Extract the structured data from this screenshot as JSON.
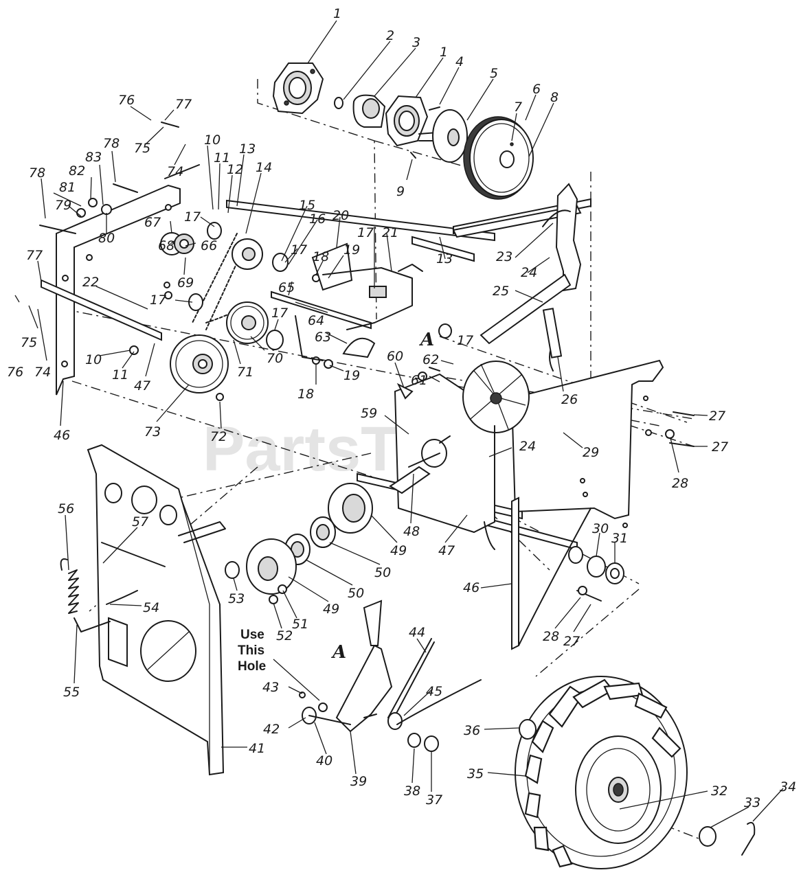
{
  "watermark": "PartsTree",
  "note": {
    "line1": "Use",
    "line2": "This",
    "line3": "Hole"
  },
  "ref_marks": [
    "A",
    "A"
  ],
  "callouts": {
    "c1a": "1",
    "c2": "2",
    "c3": "3",
    "c1b": "1",
    "c4": "4",
    "c5": "5",
    "c6": "6",
    "c7": "7",
    "c8": "8",
    "c9": "9",
    "c76a": "76",
    "c77a": "77",
    "c75a": "75",
    "c74a": "74",
    "c10a": "10",
    "c11a": "11",
    "c12": "12",
    "c13a": "13",
    "c14": "14",
    "c78a": "78",
    "c83": "83",
    "c82": "82",
    "c78b": "78",
    "c81": "81",
    "c79": "79",
    "c80": "80",
    "c15": "15",
    "c16": "16",
    "c20": "20",
    "c17a": "17",
    "c17b": "17",
    "c17c": "17",
    "c17d": "17",
    "c17e": "17",
    "c17f": "17",
    "c21": "21",
    "c13b": "13",
    "c23": "23",
    "c24a": "24",
    "c25": "25",
    "c67": "67",
    "c68": "68",
    "c66": "66",
    "c69": "69",
    "c18a": "18",
    "c19a": "19",
    "c65": "65",
    "c77b": "77",
    "c22": "22",
    "c64": "64",
    "c63": "63",
    "c76b": "76",
    "c75b": "75",
    "c74b": "74",
    "c10b": "10",
    "c11b": "11",
    "c47a": "47",
    "c70": "70",
    "c71": "71",
    "c18b": "18",
    "c19b": "19",
    "c62": "62",
    "c61": "61",
    "c60": "60",
    "c26": "26",
    "c27a": "27",
    "c46a": "46",
    "c73": "73",
    "c72": "72",
    "c59": "59",
    "c24b": "24",
    "c29": "29",
    "c27b": "27",
    "c28a": "28",
    "c56": "56",
    "c57": "57",
    "c48": "48",
    "c47b": "47",
    "c49a": "49",
    "c50a": "50",
    "c50b": "50",
    "c49b": "49",
    "c53": "53",
    "c30": "30",
    "c31": "31",
    "c46b": "46",
    "c54": "54",
    "c51": "51",
    "c52": "52",
    "c28b": "28",
    "c27c": "27",
    "c55": "55",
    "c44": "44",
    "c45": "45",
    "c43": "43",
    "c42": "42",
    "c41": "41",
    "c40": "40",
    "c39": "39",
    "c38": "38",
    "c37": "37",
    "c36": "36",
    "c35": "35",
    "c32": "32",
    "c33": "33",
    "c34": "34"
  }
}
